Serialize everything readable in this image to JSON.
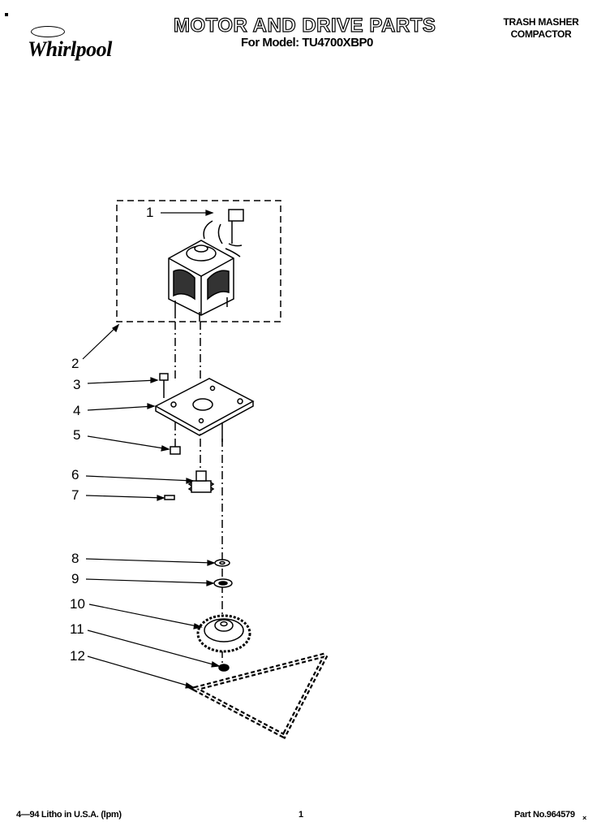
{
  "header": {
    "brand": "Whirlpool",
    "title": "MOTOR AND DRIVE PARTS",
    "model_line": "For Model: TU4700XBP0",
    "product_line1": "TRASH MASHER",
    "product_line2": "COMPACTOR"
  },
  "callouts": [
    "1",
    "2",
    "3",
    "4",
    "5",
    "6",
    "7",
    "8",
    "9",
    "10",
    "11",
    "12"
  ],
  "footer": {
    "litho": "4—94 Litho in U.S.A. (lpm)",
    "page": "1",
    "part_no": "Part No.964579",
    "mark": "×"
  }
}
